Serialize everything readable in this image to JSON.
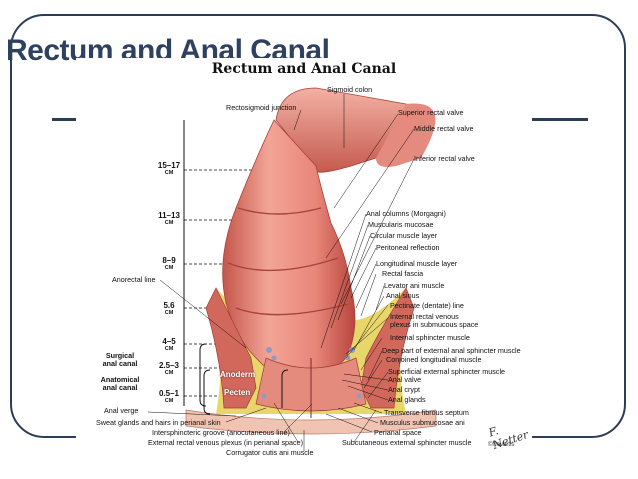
{
  "slide": {
    "title": "Rectum and Anal Canal"
  },
  "figure": {
    "title": "Rectum and Anal Canal",
    "scale_unit": "CM",
    "scale": [
      {
        "value": "15–17"
      },
      {
        "value": "11–13"
      },
      {
        "value": "8–9"
      },
      {
        "value": "5.6"
      },
      {
        "value": "4–5"
      },
      {
        "value": "2.5–3"
      },
      {
        "value": "0.5–1"
      }
    ],
    "zones": {
      "anoderm": "Anoderm",
      "pecten": "Pecten"
    },
    "left_labels": {
      "anorectal_line": "Anorectal line",
      "surgical_anal_canal": "Surgical\nanal canal",
      "anatomical_anal_canal": "Anatomical\nanal canal",
      "anal_verge": "Anal verge",
      "sweat_glands": "Sweat glands and hairs in perianal skin"
    },
    "top_labels": {
      "sigmoid_colon": "Sigmoid colon",
      "rectosigmoid_junction": "Rectosigmoid junction"
    },
    "right_labels": [
      "Superior rectal valve",
      "Middle rectal valve",
      "Inferior rectal valve",
      "Anal columns (Morgagni)",
      "Muscularis mucosae",
      "Circular muscle layer",
      "Peritoneal reflection",
      "Longitudinal muscle layer",
      "Rectal fascia",
      "Levator ani muscle",
      "Anal sinus",
      "Pectinate (dentate) line",
      "Internal rectal venous\nplexus in submucous space",
      "Internal sphincter muscle",
      "Deep part of external anal sphincter muscle",
      "Conjoined longitudinal muscle",
      "Superficial external sphincter muscle",
      "Anal valve",
      "Anal crypt",
      "Anal glands",
      "Transverse fibrous septum",
      "Musculus submucosae ani",
      "Perianal space",
      "Subcutaneous external sphincter muscle"
    ],
    "bottom_labels": {
      "intersphincteric_groove": "Intersphincteric groove (anocutaneous line)",
      "external_plexus": "External rectal venous plexus (in perianal space)",
      "corrugator": "Corrugator cutis ani muscle"
    },
    "signature": "F. Netter",
    "copyright": "©Novartis",
    "colors": {
      "tissue": "#e8867a",
      "tissue_dark": "#c5564c",
      "tissue_light": "#f4b3a6",
      "fat": "#e8d66a",
      "frame": "#2c3d57",
      "title": "#2e4260"
    }
  }
}
